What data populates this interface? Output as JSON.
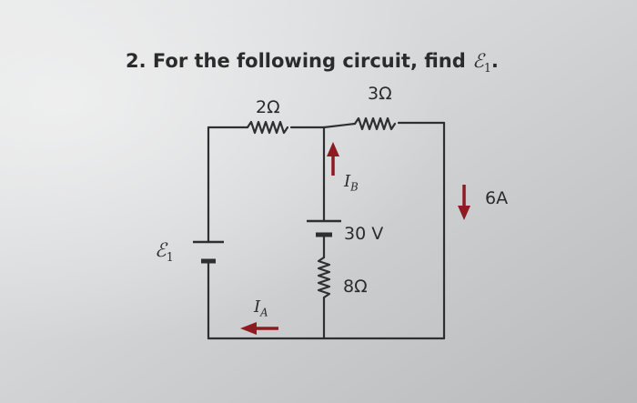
{
  "problem": {
    "number": "2.",
    "text": "For the following circuit, find",
    "symbol": "ℰ",
    "symbol_subscript": "1",
    "end": "."
  },
  "labels": {
    "r_left": "2Ω",
    "r_right": "3Ω",
    "r_middle": "8Ω",
    "battery_middle": "30 V",
    "emf_symbol": "ℰ",
    "emf_subscript": "1",
    "current_b": "I",
    "current_b_sub": "B",
    "current_a": "I",
    "current_a_sub": "A",
    "current_right": "6A"
  },
  "colors": {
    "wire": "#2f2f2f",
    "arrow": "#8e1a22",
    "text": "#2b2b2b"
  }
}
